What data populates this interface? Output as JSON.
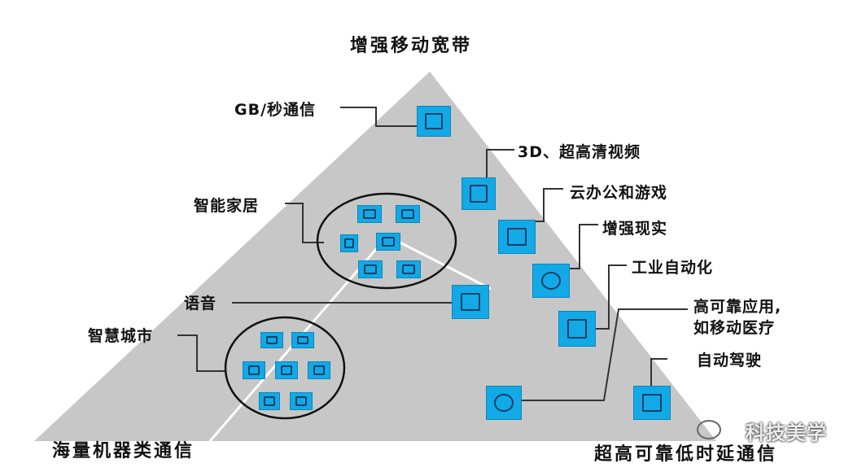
{
  "diagram": {
    "top_label": "增强移动宽带",
    "bottom_left_label": "海量机器类通信",
    "bottom_right_label": "超高可靠低时延通信",
    "callouts": {
      "gb": "GB/秒通信",
      "video": "3D、超高清视频",
      "cloud": "云办公和游戏",
      "ar": "增强现实",
      "industry": "工业自动化",
      "reliable_line1": "高可靠应用,",
      "reliable_line2": "如移动医疗",
      "drive": "自动驾驶",
      "home": "智能家居",
      "voice": "语音",
      "city": "智慧城市"
    },
    "icons": {
      "gb": "database-icon",
      "video": "monitor-icon",
      "cloud": "vr-headset-icon",
      "ar": "globe-icon",
      "industry": "robot-arm-icon",
      "reliable": "medical-icon",
      "drive": "car-icon",
      "voice": "phone-icon"
    },
    "colors": {
      "triangle": "#c7c7c7",
      "icon_fill": "#12a9e6",
      "lines": "#333333"
    }
  },
  "watermark": "科技美学"
}
